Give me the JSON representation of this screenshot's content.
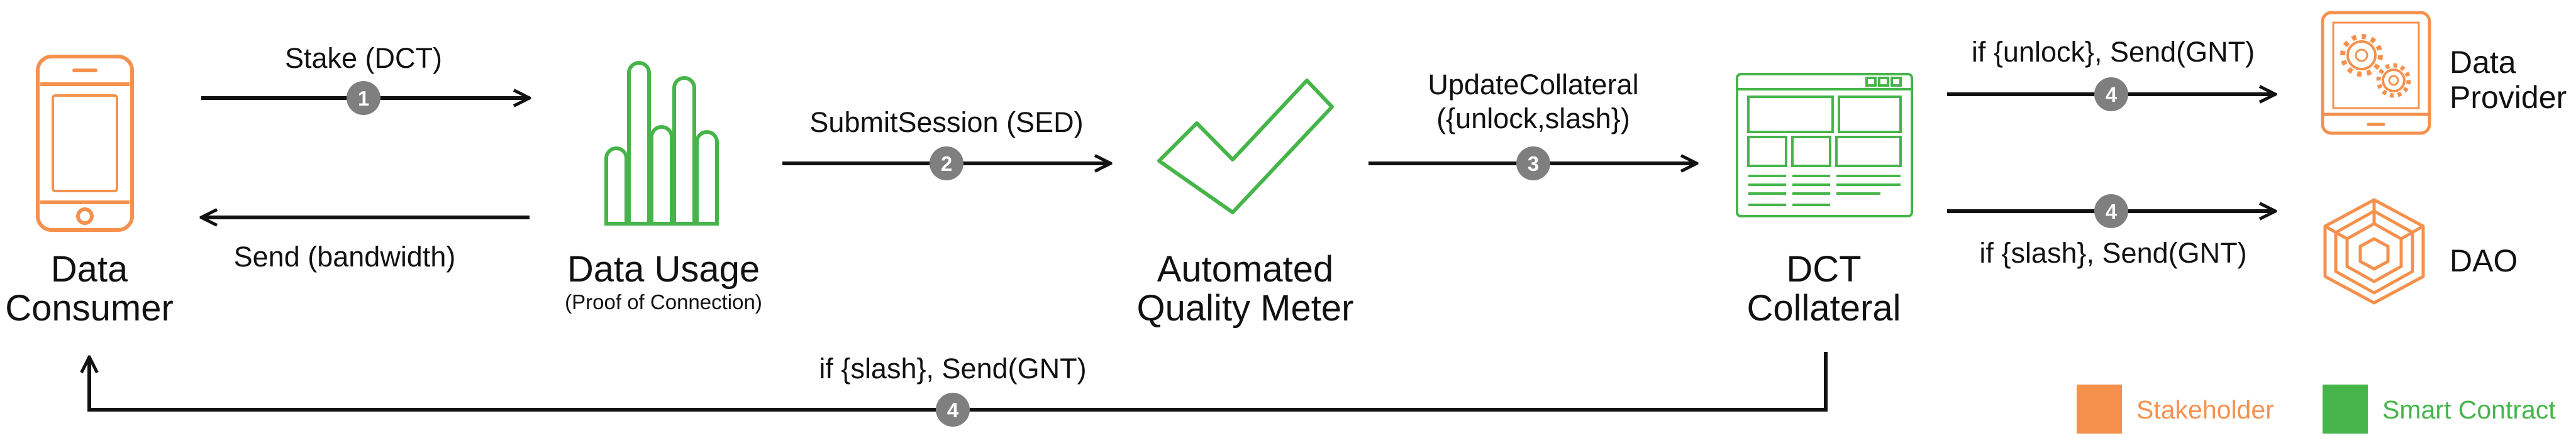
{
  "colors": {
    "stakeholder": "#F5914D",
    "smart_contract": "#45B549",
    "arrow": "#111111",
    "badge": "#7F7F7F"
  },
  "nodes": {
    "consumer": {
      "line1": "Data",
      "line2": "Consumer",
      "icon": "smartphone-icon"
    },
    "usage": {
      "line1": "Data Usage",
      "sub": "(Proof of Connection)",
      "icon": "bar-chart-icon"
    },
    "meter": {
      "line1": "Automated",
      "line2": "Quality Meter",
      "icon": "checkmark-icon"
    },
    "collateral": {
      "line1": "DCT",
      "line2": "Collateral",
      "icon": "browser-window-icon"
    },
    "provider": {
      "line1": "Data",
      "line2": "Provider",
      "icon": "tablet-gears-icon"
    },
    "dao": {
      "label": "DAO",
      "icon": "dao-logo-icon"
    }
  },
  "edges": {
    "stake": {
      "label": "Stake (DCT)",
      "step": "1"
    },
    "send_bandwidth": {
      "label": "Send (bandwidth)"
    },
    "submit_session": {
      "label": "SubmitSession (SED)",
      "step": "2"
    },
    "update_collateral": {
      "line1": "UpdateCollateral",
      "line2": "({unlock,slash})",
      "step": "3"
    },
    "unlock_send": {
      "label": "if {unlock}, Send(GNT)",
      "step": "4"
    },
    "slash_send_dao": {
      "label": "if {slash}, Send(GNT)",
      "step": "4"
    },
    "slash_send_consumer": {
      "label": "if {slash}, Send(GNT)",
      "step": "4"
    }
  },
  "legend": {
    "stakeholder": "Stakeholder",
    "smart_contract": "Smart Contract"
  }
}
